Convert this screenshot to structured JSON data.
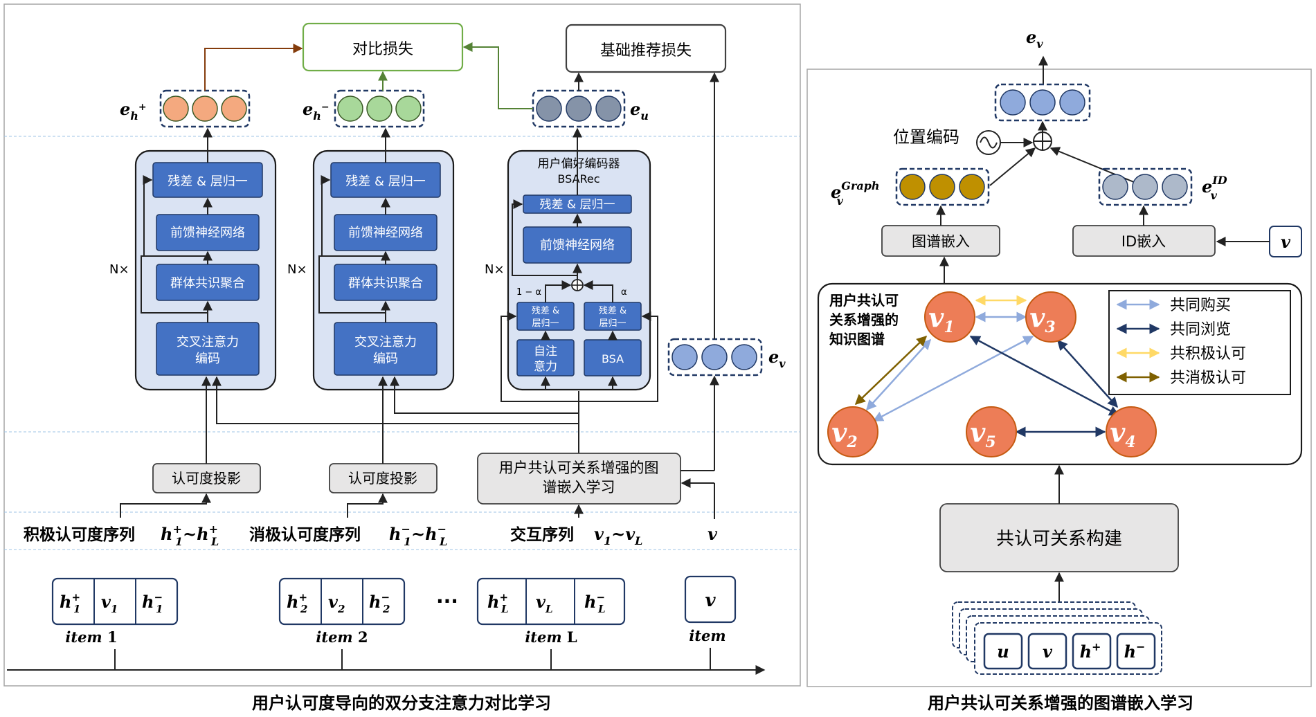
{
  "left_panel": {
    "caption": "用户认可度导向的双分支注意力对比学习",
    "contrastive_loss": "对比损失",
    "base_loss": "基础推荐损失",
    "emb_pos": {
      "base": "e",
      "sub": "h",
      "sup": "+"
    },
    "emb_neg": {
      "base": "e",
      "sub": "h",
      "sup": "−"
    },
    "emb_user": {
      "base": "e",
      "sub": "u"
    },
    "emb_item": {
      "base": "e",
      "sub": "v"
    },
    "n_times": "N×",
    "encoder_blocks": {
      "residual": "残差 & 层归一",
      "ffn": "前馈神经网络",
      "group": "群体共识聚合",
      "cross_attn_l1": "交叉注意力",
      "cross_attn_l2": "编码"
    },
    "user_encoder": {
      "title_l1": "用户偏好编码器",
      "title_l2": "BSARec",
      "residual": "残差 & 层归一",
      "ffn": "前馈神经网络",
      "one_minus_alpha": "1 − α",
      "alpha": "α",
      "res_small_l1": "残差 &",
      "res_small_l2": "层归一",
      "self_attn_l1": "自注",
      "self_attn_l2": "意力",
      "bsa": "BSA"
    },
    "projection": "认可度投影",
    "graph_learning_l1": "用户共认可关系增强的图",
    "graph_learning_l2": "谱嵌入学习",
    "seq_pos": {
      "label": "积极认可度序列",
      "h": "h",
      "sup": "+",
      "s1": "1",
      "sL": "L",
      "tilde": "~"
    },
    "seq_neg": {
      "label": "消极认可度序列",
      "h": "h",
      "sup": "−",
      "s1": "1",
      "sL": "L",
      "tilde": "~"
    },
    "seq_inter": {
      "label": "交互序列",
      "v": "v",
      "s1": "1",
      "sL": "L",
      "tilde": "~"
    },
    "target_v": "v",
    "items": [
      {
        "label": "item",
        "num": "1",
        "h": "h",
        "v": "v",
        "sub": "1"
      },
      {
        "label": "item",
        "num": "2",
        "h": "h",
        "v": "v",
        "sub": "2"
      },
      {
        "label": "item",
        "num": "L",
        "h": "h",
        "v": "v",
        "sub": "L"
      }
    ],
    "ellipsis": "···",
    "target_item": {
      "label": "item",
      "v": "v"
    },
    "colors": {
      "orange": "#f4a97f",
      "green": "#a8d89a",
      "slate": "#8593a8",
      "blue_node": "#8faadc",
      "block": "#4472c4",
      "panel": "#dae3f3"
    }
  },
  "right_panel": {
    "caption": "用户共认可关系增强的图谱嵌入学习",
    "output": {
      "base": "e",
      "sub": "v"
    },
    "pos_enc": "位置编码",
    "graph_emb_label": {
      "base": "e",
      "sub": "v",
      "sup": "Graph"
    },
    "id_emb_label": {
      "base": "e",
      "sub": "v",
      "sup": "ID"
    },
    "graph_embed": "图谱嵌入",
    "id_embed": "ID嵌入",
    "v_input": "v",
    "kg_title_l1": "用户共认可",
    "kg_title_l2": "关系增强的",
    "kg_title_l3": "知识图谱",
    "nodes": [
      {
        "base": "v",
        "sub": "1"
      },
      {
        "base": "v",
        "sub": "3"
      },
      {
        "base": "v",
        "sub": "2"
      },
      {
        "base": "v",
        "sub": "5"
      },
      {
        "base": "v",
        "sub": "4"
      }
    ],
    "legend": [
      "共同购买",
      "共同浏览",
      "共积极认可",
      "共消极认可"
    ],
    "construction": "共认可关系构建",
    "stack_items": [
      "u",
      "v",
      "h",
      "h"
    ],
    "stack_sups": [
      "",
      "",
      "+",
      "−"
    ],
    "colors": {
      "gold": "#bf9000",
      "gray_node": "#adb9ca",
      "node": "#ed7d57",
      "co_buy": "#8faadc",
      "co_view": "#203864",
      "co_pos": "#ffd966",
      "co_neg": "#7f6000"
    }
  }
}
